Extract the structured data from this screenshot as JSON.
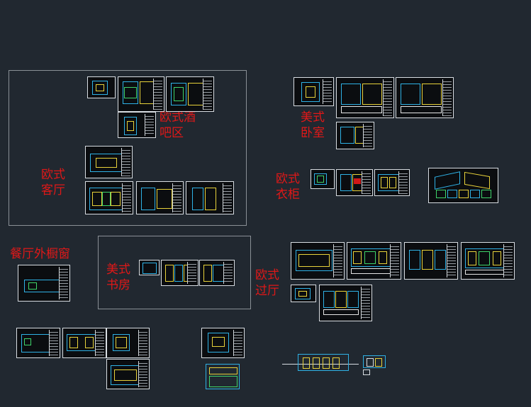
{
  "canvas": {
    "background": "#212830",
    "label_color": "#e01818"
  },
  "labels": {
    "eu_bar": "欧式酒\n吧区",
    "eu_living": "欧式\n客厅",
    "us_bedroom": "美式\n卧室",
    "eu_wardrobe": "欧式\n衣柜",
    "dining_window": "餐厅外橱窗",
    "us_study": "美式\n书房",
    "eu_hall": "欧式\n过厅"
  }
}
